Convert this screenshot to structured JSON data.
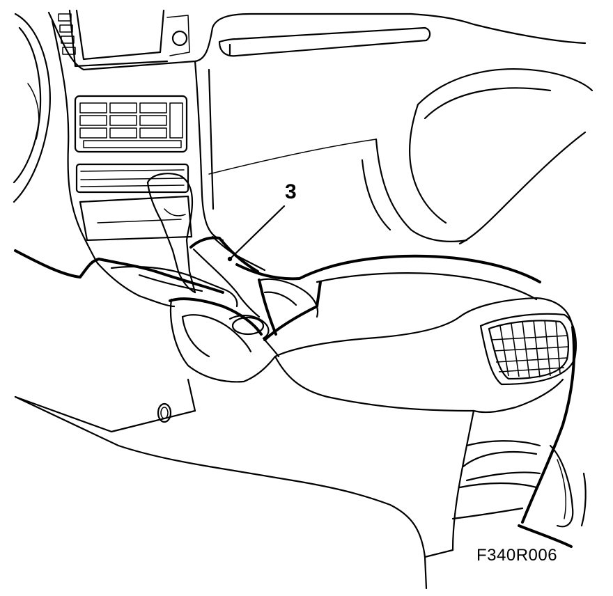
{
  "diagram": {
    "callouts": [
      {
        "label": "3"
      }
    ],
    "figure_code": "F340R006",
    "icons": [
      "gear-lever",
      "cup-holder",
      "air-vent",
      "dashboard-vents"
    ],
    "colors": {
      "ink": "#000000",
      "paper": "#ffffff"
    }
  }
}
